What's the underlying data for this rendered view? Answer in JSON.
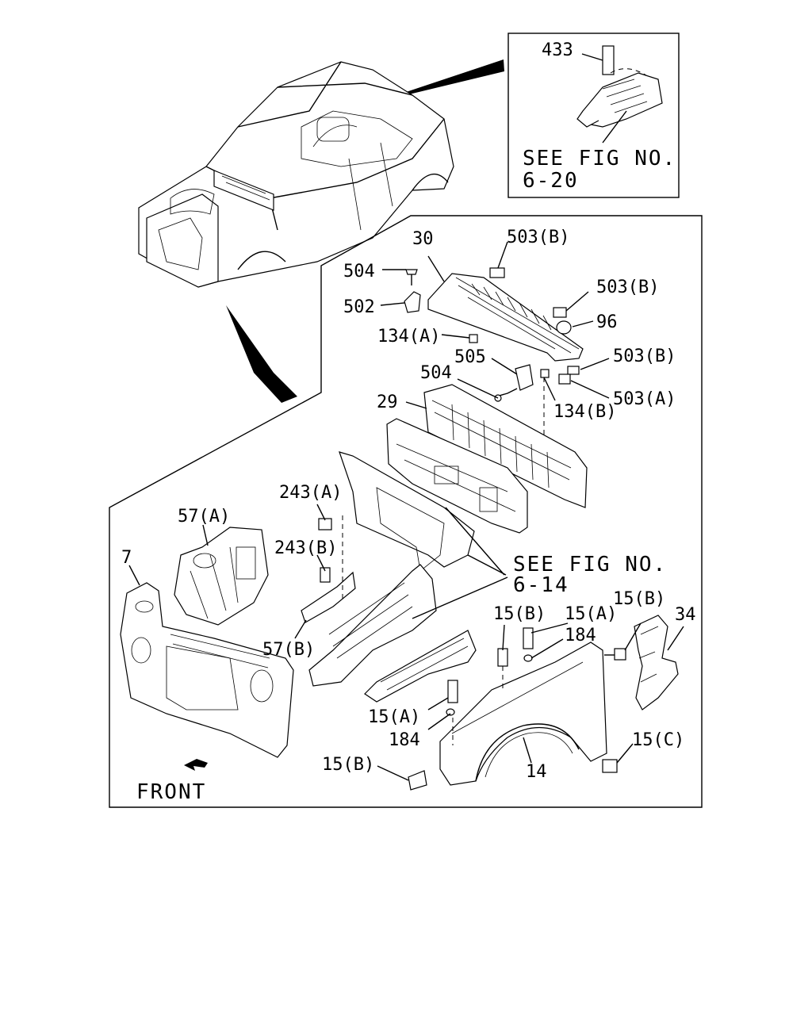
{
  "inset": {
    "part": "433",
    "ref_line1": "SEE FIG NO.",
    "ref_line2": "6-20"
  },
  "main_ref": {
    "line1": "SEE FIG NO.",
    "line2": "6-14"
  },
  "direction_label": "FRONT",
  "callouts": {
    "c30": "30",
    "c503b_1": "503(B)",
    "c504_1": "504",
    "c502": "502",
    "c503b_2": "503(B)",
    "c96": "96",
    "c134a": "134(A)",
    "c505": "505",
    "c503b_3": "503(B)",
    "c504_2": "504",
    "c503a": "503(A)",
    "c134b": "134(B)",
    "c29": "29",
    "c243a": "243(A)",
    "c57a": "57(A)",
    "c243b": "243(B)",
    "c7": "7",
    "c57b": "57(B)",
    "c15b_1": "15(B)",
    "c15a_1": "15(A)",
    "c15b_2": "15(B)",
    "c34": "34",
    "c184_1": "184",
    "c15a_2": "15(A)",
    "c184_2": "184",
    "c15c": "15(C)",
    "c15b_3": "15(B)",
    "c14": "14"
  }
}
